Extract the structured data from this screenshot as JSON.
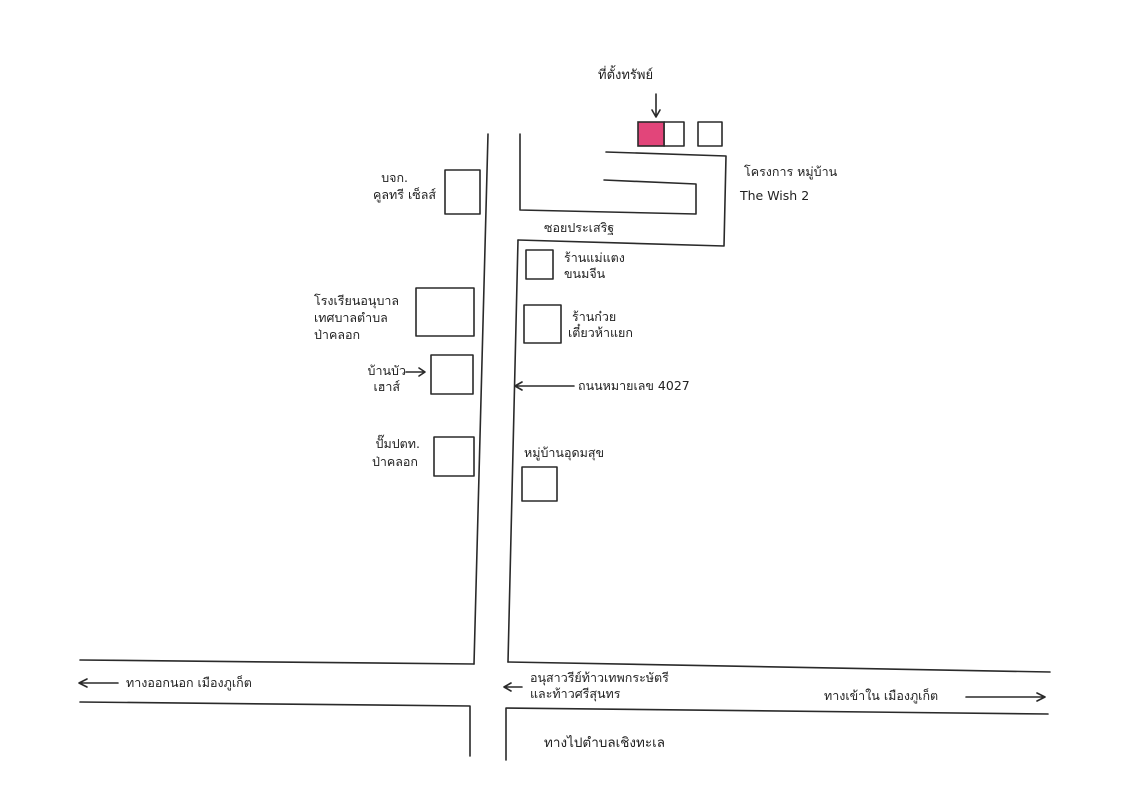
{
  "map": {
    "colors": {
      "ink": "#2a2a2a",
      "highlight": "#e2457a",
      "paper": "#ffffff"
    },
    "labels": {
      "location": "ที่ตั้งทรัพย์",
      "village_project_1": "โครงการ หมู่บ้าน",
      "village_project_2": "The Wish 2",
      "soi": "ซอยประเสริฐ",
      "company_1": "บจก.",
      "company_2": "คูลทรี เซ็ลส์",
      "shop_mae_tang_1": "ร้านแม่แตง",
      "shop_mae_tang_2": "ขนมจีน",
      "school_1": "โรงเรียนอนุบาล",
      "school_2": "เทศบาลตำบล",
      "school_3": "ป่าคลอก",
      "shop_noodle_1": "ร้านก๋วย",
      "shop_noodle_2": "เตี๋ยวห้าแยก",
      "house_1": "บ้านบัว",
      "house_2": "เฮาส์",
      "road": "ถนนหมายเลข 4027",
      "ptt_1": "ปั๊มปตท.",
      "ptt_2": "ป่าคลอก",
      "village_udom": "หมู่บ้านอุดมสุข",
      "out_city": "ทางออกนอก เมืองภูเก็ต",
      "monument_1": "อนุสาวรีย์ท้าวเทพกระษัตรี",
      "monument_2": "และท้าวศรีสุนทร",
      "into_city": "ทางเข้าใน เมืองภูเก็ต",
      "to_cherngtalay": "ทางไปตำบลเชิงทะเล"
    }
  }
}
